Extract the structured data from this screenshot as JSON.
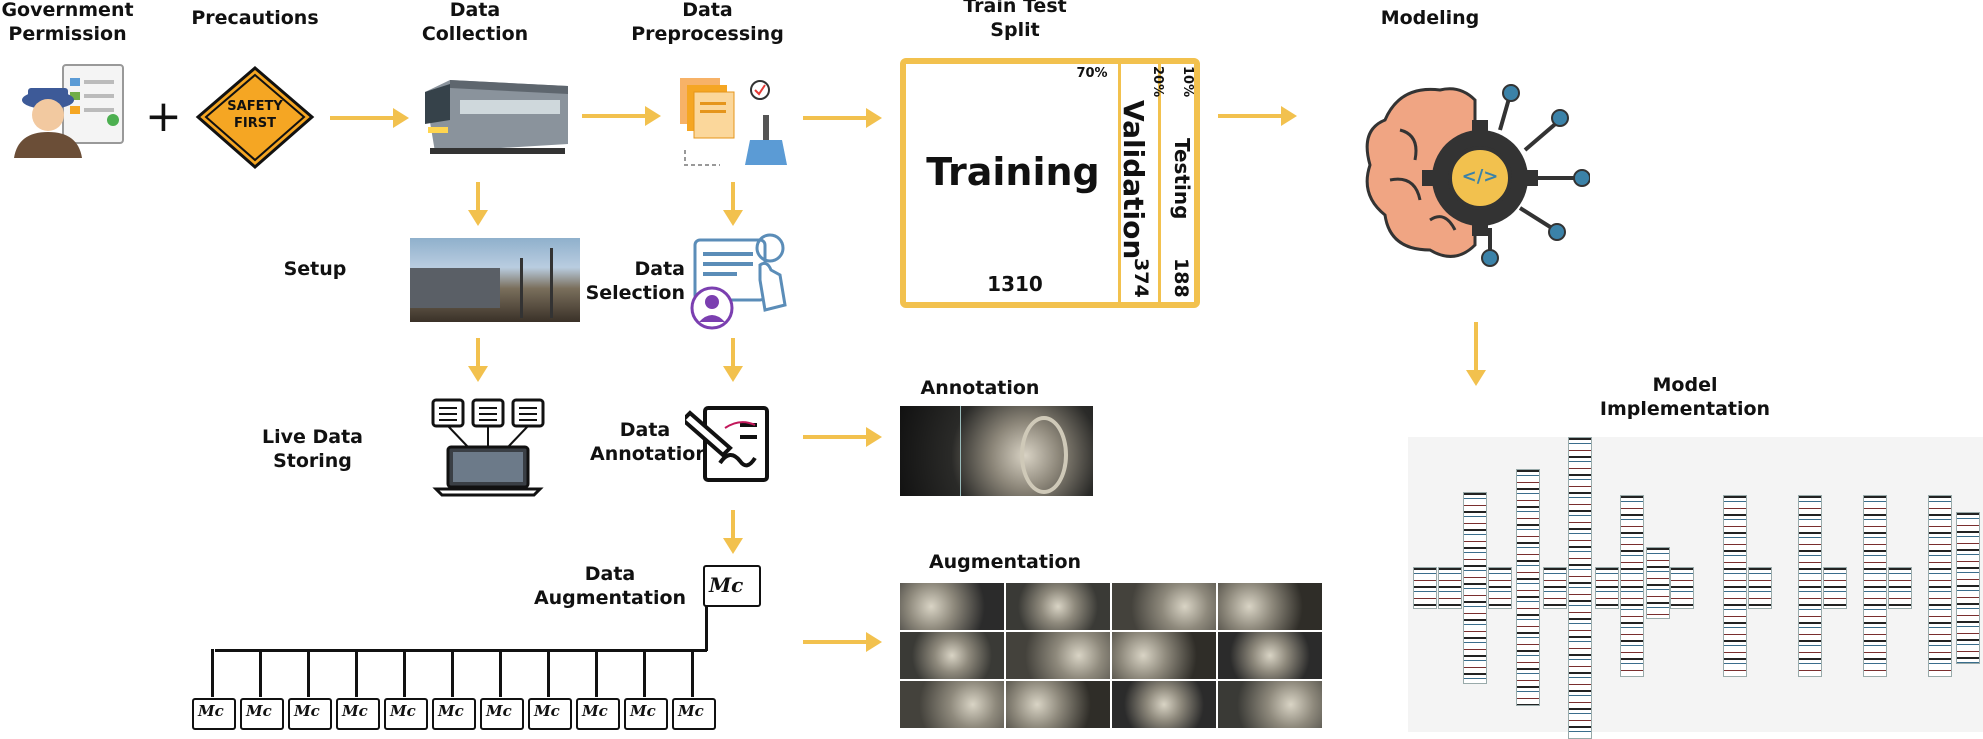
{
  "labels": {
    "gov": "Government\nPermission",
    "precautions": "Precautions",
    "data_collection": "Data\nCollection",
    "data_preprocessing": "Data\nPreprocessing",
    "train_test_split": "Train Test\nSplit",
    "modeling": "Modeling",
    "setup": "Setup",
    "data_selection": "Data\nSelection",
    "live_data_storing": "Live Data\nStoring",
    "data_annotation": "Data\nAnnotation",
    "annotation": "Annotation",
    "data_augmentation": "Data\nAugmentation",
    "augmentation": "Augmentation",
    "model_implementation": "Model\nImplementation"
  },
  "plus": "+",
  "safety_sign": {
    "line1": "SAFETY",
    "line2": "FIRST"
  },
  "code_icon": "</>",
  "split": {
    "training_label": "Training",
    "training_pct": "70%",
    "training_count": "1310",
    "validation_label": "Validation",
    "validation_pct": "20%",
    "validation_count": "374",
    "testing_label": "Testing",
    "testing_pct": "10%",
    "testing_count": "188"
  },
  "mc_icon_text": "Mc",
  "colors": {
    "accent": "#f2c14e",
    "brain": "#f0a583",
    "gear": "#333333",
    "node_blue": "#3b82a8",
    "purple": "#7b3fb0",
    "orange": "#f5a623"
  },
  "icons": [
    "officer-icon",
    "document-icon",
    "safety-sign-icon",
    "train-icon",
    "preprocessing-icon",
    "brain-gear-icon",
    "selection-icon",
    "laptop-icon",
    "annotation-icon",
    "augmentation-icon"
  ]
}
